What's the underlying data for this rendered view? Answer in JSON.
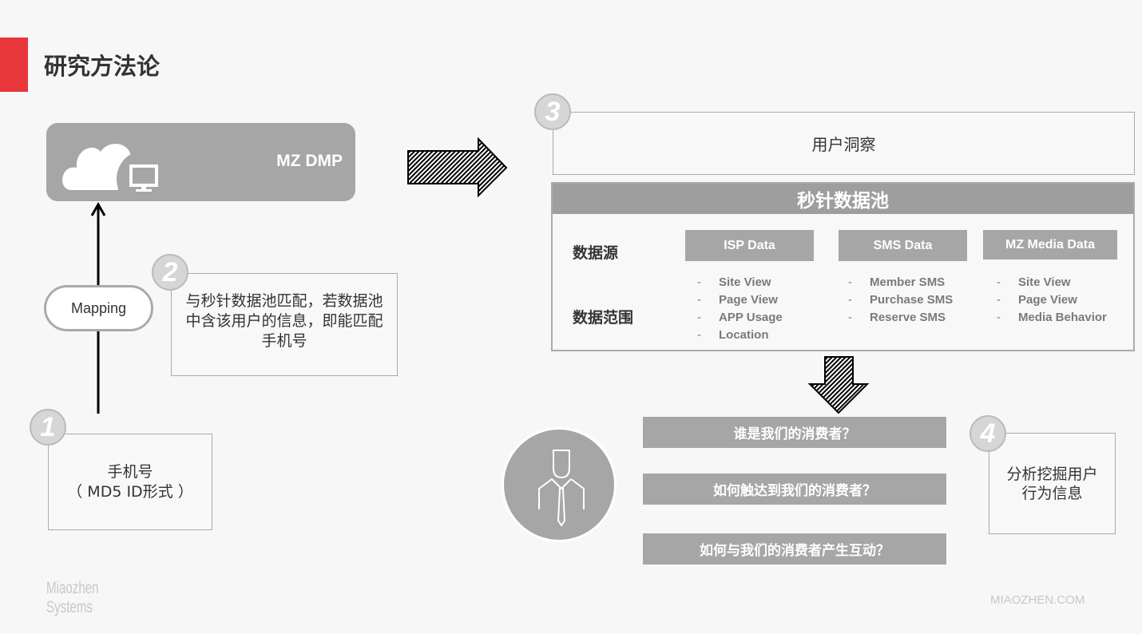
{
  "title": "研究方法论",
  "dmp": {
    "label": "MZ DMP"
  },
  "mapping": "Mapping",
  "step1": {
    "num": "1",
    "line1": "手机号",
    "line2": "（ MD5 ID形式 ）"
  },
  "step2": {
    "num": "2",
    "text": "与秒针数据池匹配，若数据池中含该用户的信息，即能匹配手机号"
  },
  "step3": {
    "num": "3",
    "text": "用户洞察"
  },
  "step4": {
    "num": "4",
    "line1": "分析挖掘用户",
    "line2": "行为信息"
  },
  "pool": {
    "title": "秒针数据池",
    "source_label": "数据源",
    "range_label": "数据范围",
    "sources": [
      {
        "name": "ISP Data",
        "items": [
          "Site View",
          "Page View",
          "APP Usage",
          "Location"
        ]
      },
      {
        "name": "SMS Data",
        "items": [
          "Member SMS",
          "Purchase SMS",
          "Reserve SMS"
        ]
      },
      {
        "name": "MZ Media Data",
        "items": [
          "Site View",
          "Page View",
          "Media Behavior"
        ]
      }
    ],
    "dash": "-"
  },
  "questions": [
    "谁是我们的消费者？",
    "如何触达到我们的消费者？",
    "如何与我们的消费者产生互动？"
  ],
  "logo": {
    "line1": "Miaozhen",
    "line2": "Systems"
  },
  "site": "MIAOZHEN.COM"
}
